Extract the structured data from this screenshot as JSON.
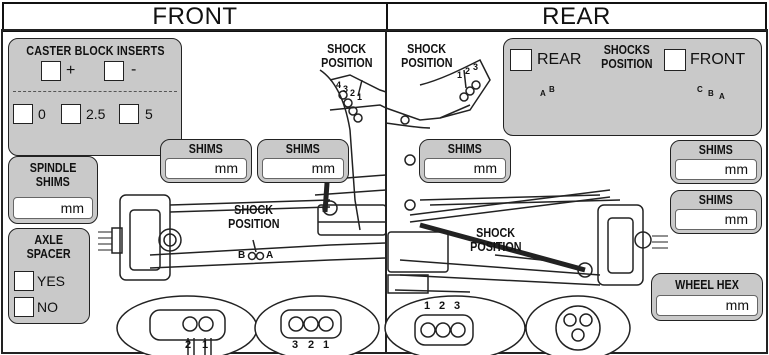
{
  "headers": {
    "front": "FRONT",
    "rear": "REAR"
  },
  "caster_block": {
    "title": "CASTER BLOCK INSERTS",
    "plus": "+",
    "minus": "-",
    "options": [
      "0",
      "2.5",
      "5"
    ]
  },
  "spindle_shims": {
    "title_line1": "SPINDLE",
    "title_line2": "SHIMS",
    "unit": "mm"
  },
  "axle_spacer": {
    "title_line1": "AXLE",
    "title_line2": "SPACER",
    "options": [
      "YES",
      "NO"
    ]
  },
  "shims_front_1": {
    "title": "SHIMS",
    "unit": "mm"
  },
  "shims_front_2": {
    "title": "SHIMS",
    "unit": "mm"
  },
  "shims_rear_1": {
    "title": "SHIMS",
    "unit": "mm"
  },
  "shims_rear_2": {
    "title": "SHIMS",
    "unit": "mm"
  },
  "shims_rear_3": {
    "title": "SHIMS",
    "unit": "mm"
  },
  "wheel_hex": {
    "title": "WHEEL HEX",
    "unit": "mm"
  },
  "shock_position_labels": {
    "front_top": [
      "SHOCK",
      "POSITION"
    ],
    "front_mid": [
      "SHOCK",
      "POSITION"
    ],
    "rear_top": [
      "SHOCK",
      "POSITION"
    ],
    "rear_mid": [
      "SHOCK",
      "POSITION"
    ]
  },
  "front_top_numbers": [
    "4",
    "3",
    "2",
    "1"
  ],
  "front_mid_marker": {
    "left": "B",
    "right": "A"
  },
  "rear_top_numbers": [
    "1",
    "2",
    "3"
  ],
  "rear_shocks_panel": {
    "title_line1": "SHOCKS",
    "title_line2": "POSITION",
    "rear": "REAR",
    "front": "FRONT",
    "left_letters": [
      "A",
      "B"
    ],
    "right_letters": [
      "C",
      "B",
      "A"
    ]
  },
  "bottom_ovals": {
    "oval1": [
      "2",
      "1"
    ],
    "oval2": [
      "3",
      "2",
      "1"
    ],
    "oval3": [
      "1",
      "2",
      "3"
    ]
  }
}
